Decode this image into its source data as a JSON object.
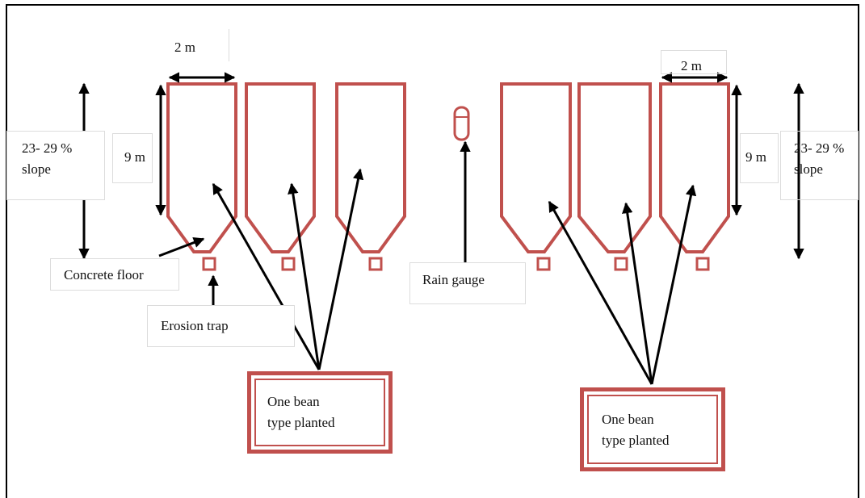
{
  "labels": {
    "width_left": "2 m",
    "width_right": "2 m",
    "length_left": "9 m",
    "length_right": "9 m",
    "slope_left_line1": "23- 29 %",
    "slope_left_line2": "slope",
    "slope_right_line1": "23- 29 %",
    "slope_right_line2": "slope",
    "concrete_floor": "Concrete floor",
    "erosion_trap": "Erosion trap",
    "rain_gauge": "Rain gauge",
    "planted_left_line1": "One bean",
    "planted_left_line2": "type planted",
    "planted_right_line1": "One bean",
    "planted_right_line2": "type planted"
  },
  "colors": {
    "plot_outline": "#c0504d",
    "arrow": "#000000",
    "frame": "#000000"
  }
}
